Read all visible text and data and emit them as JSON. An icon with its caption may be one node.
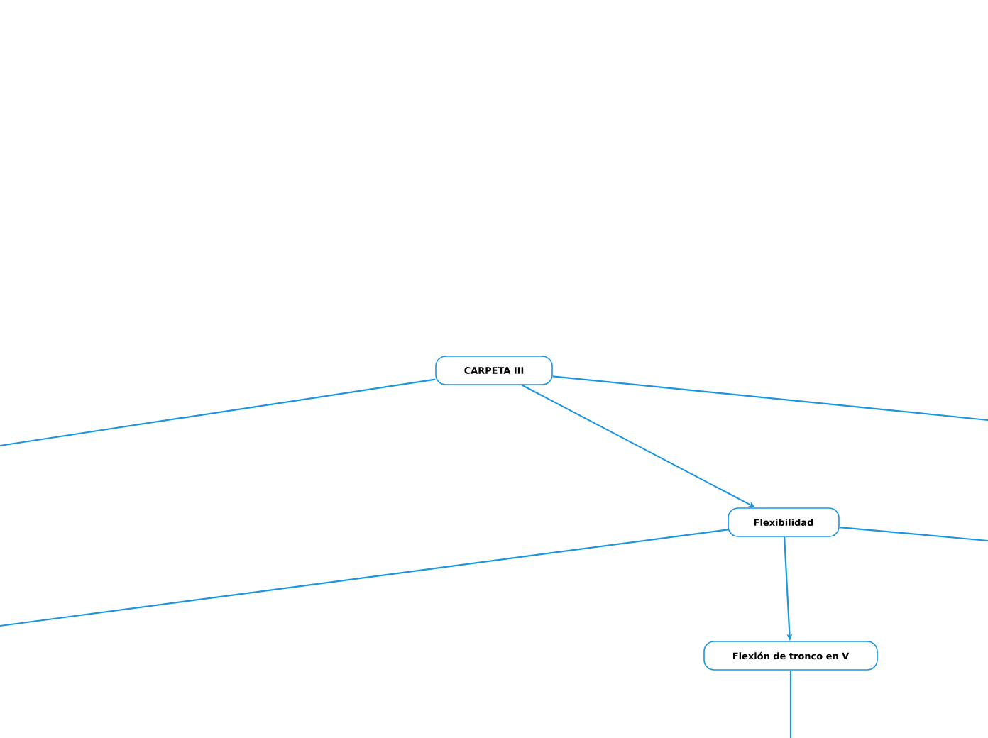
{
  "diagram": {
    "nodes": [
      {
        "text": [
          "CARPETA III"
        ]
      },
      {
        "text": [
          "Flexibilidad"
        ]
      },
      {
        "text": [
          "Flexión de tronco  en V"
        ]
      }
    ],
    "edges": [
      {
        "from": 0,
        "to": null,
        "arrow": "none"
      },
      {
        "from": 0,
        "to": null,
        "arrow": "none"
      },
      {
        "from": 0,
        "to": 1,
        "arrow": "to"
      },
      {
        "from": 1,
        "to": null,
        "arrow": "none"
      },
      {
        "from": 1,
        "to": null,
        "arrow": "none"
      },
      {
        "from": 1,
        "to": 2,
        "arrow": "to"
      },
      {
        "from": 2,
        "to": null,
        "arrow": "none"
      }
    ]
  }
}
